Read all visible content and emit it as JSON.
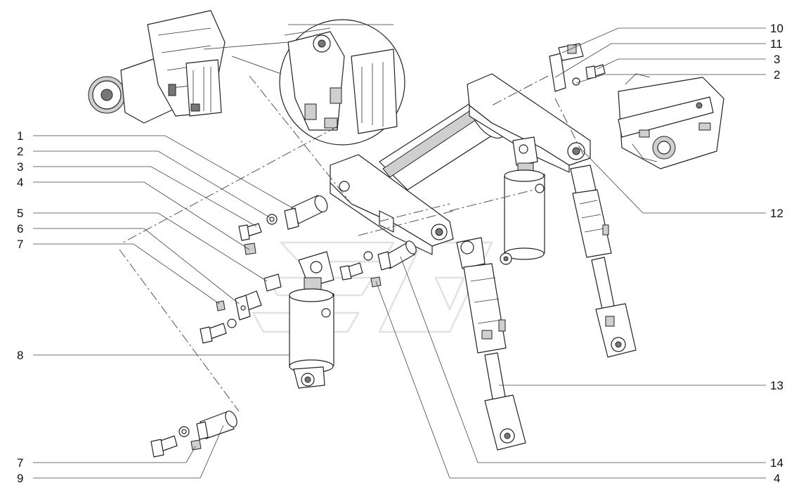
{
  "diagram": {
    "type": "exploded-parts-view",
    "callouts": [
      {
        "label": "1"
      },
      {
        "label": "2"
      },
      {
        "label": "3"
      },
      {
        "label": "4"
      },
      {
        "label": "5"
      },
      {
        "label": "6"
      },
      {
        "label": "7"
      },
      {
        "label": "8"
      },
      {
        "label": "7"
      },
      {
        "label": "9"
      },
      {
        "label": "10"
      },
      {
        "label": "11"
      },
      {
        "label": "3"
      },
      {
        "label": "2"
      },
      {
        "label": "12"
      },
      {
        "label": "13"
      },
      {
        "label": "14"
      },
      {
        "label": "4"
      }
    ]
  }
}
